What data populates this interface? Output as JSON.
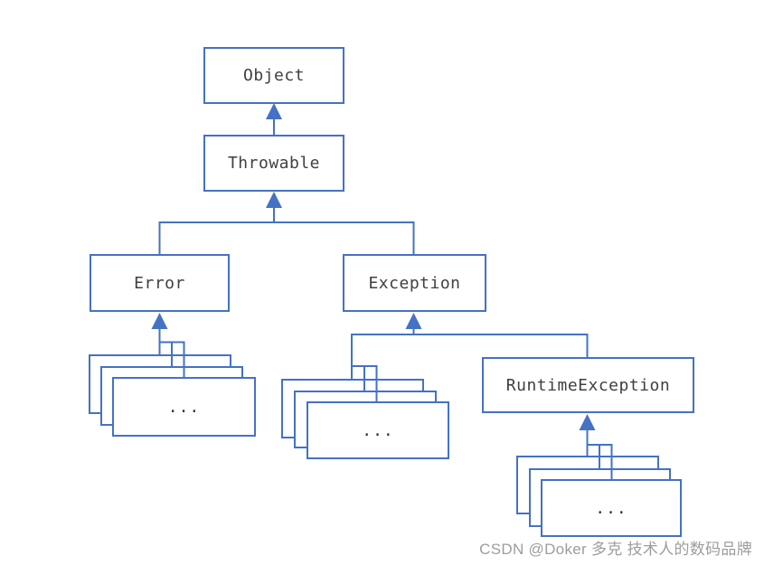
{
  "diagram": {
    "type": "class-hierarchy",
    "subject": "Java Throwable class hierarchy",
    "nodes": {
      "object": {
        "label": "Object"
      },
      "throwable": {
        "label": "Throwable",
        "parent": "Object"
      },
      "error": {
        "label": "Error",
        "parent": "Throwable"
      },
      "exception": {
        "label": "Exception",
        "parent": "Throwable"
      },
      "runtime_exception": {
        "label": "RuntimeException",
        "parent": "Exception"
      },
      "error_subclasses": {
        "label": "...",
        "parent": "Error",
        "style": "stacked-boxes"
      },
      "exception_subclasses": {
        "label": "...",
        "parent": "Exception",
        "style": "stacked-boxes"
      },
      "runtime_subclasses": {
        "label": "...",
        "parent": "RuntimeException",
        "style": "stacked-boxes"
      }
    },
    "edges": [
      {
        "from": "Throwable",
        "to": "Object"
      },
      {
        "from": "Error",
        "to": "Throwable"
      },
      {
        "from": "Exception",
        "to": "Throwable"
      },
      {
        "from": "RuntimeException",
        "to": "Exception"
      },
      {
        "from": "...",
        "to": "Error"
      },
      {
        "from": "...",
        "to": "Exception"
      },
      {
        "from": "...",
        "to": "RuntimeException"
      }
    ],
    "colors": {
      "line": "#4472C4",
      "node_fill": "#FFFFFF",
      "label_text": "#404040",
      "watermark_text": "#9D9D9D"
    }
  },
  "watermark": {
    "text": "CSDN @Doker 多克 技术人的数码品牌"
  }
}
